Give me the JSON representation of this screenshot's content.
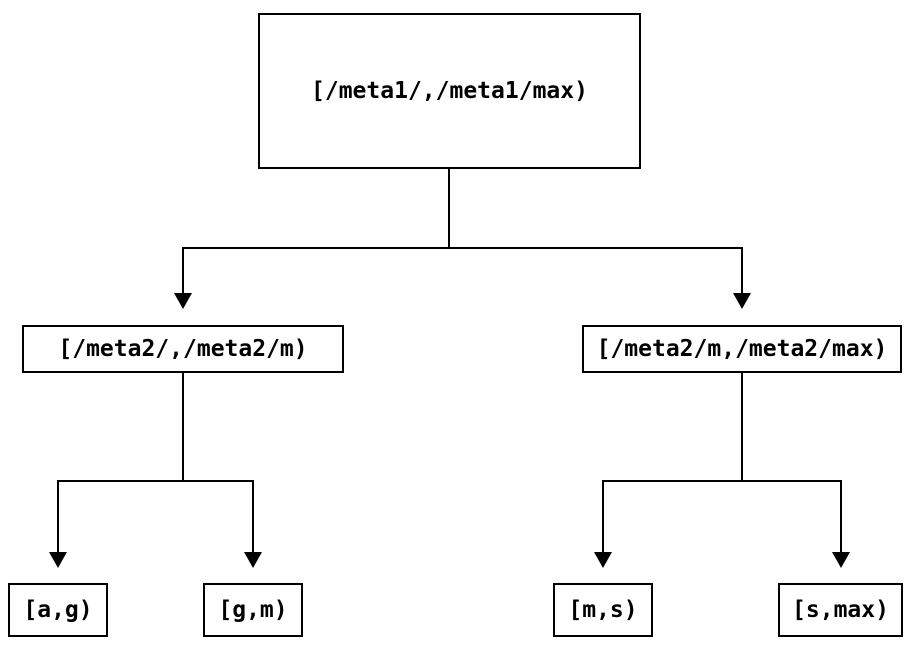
{
  "diagram": {
    "type": "binary-interval-tree",
    "colors": {
      "background": "#ffffff",
      "line": "#000000",
      "border": "#000000",
      "text": "#000000"
    },
    "nodes": {
      "root": {
        "label": "[/meta1/,/meta1/max)"
      },
      "left_child": {
        "label": "[/meta2/,/meta2/m)"
      },
      "right_child": {
        "label": "[/meta2/m,/meta2/max)"
      },
      "leaf_ag": {
        "label": "[a,g)"
      },
      "leaf_gm": {
        "label": "[g,m)"
      },
      "leaf_ms": {
        "label": "[m,s)"
      },
      "leaf_smax": {
        "label": "[s,max)"
      }
    },
    "edges": [
      {
        "from": "root",
        "to": "left_child"
      },
      {
        "from": "root",
        "to": "right_child"
      },
      {
        "from": "left_child",
        "to": "leaf_ag"
      },
      {
        "from": "left_child",
        "to": "leaf_gm"
      },
      {
        "from": "right_child",
        "to": "leaf_ms"
      },
      {
        "from": "right_child",
        "to": "leaf_smax"
      }
    ]
  }
}
